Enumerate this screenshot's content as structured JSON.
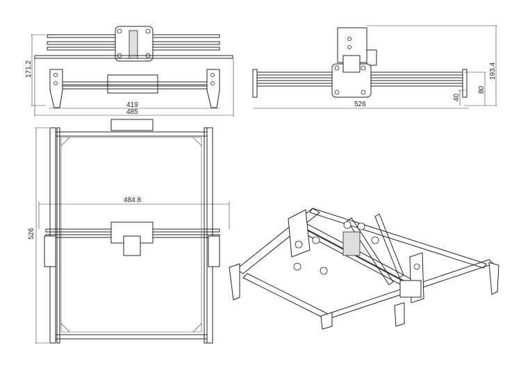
{
  "front_view": {
    "height_label": "171.2",
    "inner_width_label": "419",
    "outer_width_label": "485"
  },
  "side_view": {
    "length_label": "526",
    "total_height_label": "193.4",
    "rail_height_label": "80",
    "foot_height_label": "40"
  },
  "top_view": {
    "depth_label": "526",
    "width_label": "484.8"
  },
  "colors": {
    "line": "#222222",
    "background": "#ffffff"
  }
}
